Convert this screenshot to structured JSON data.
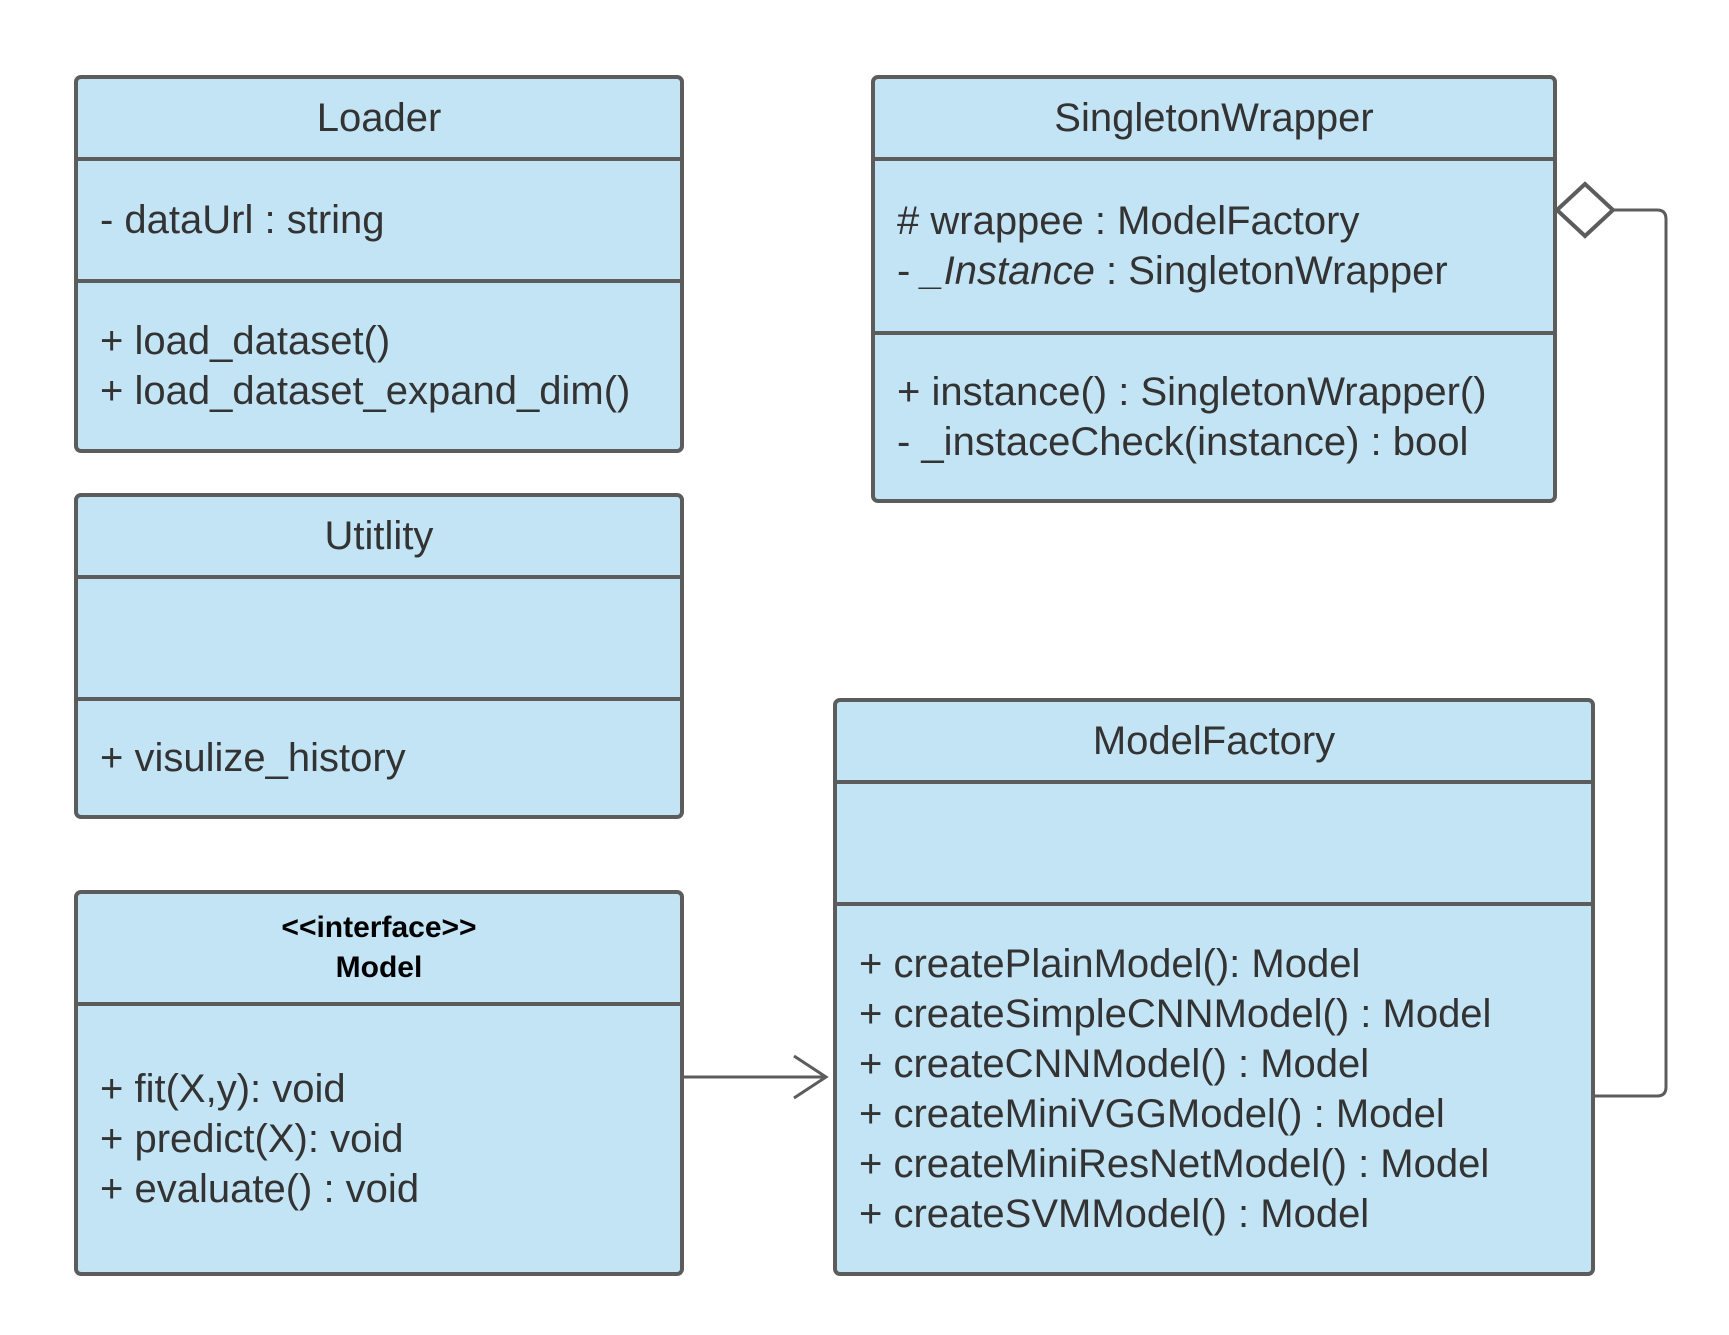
{
  "colors": {
    "fill": "#c3e4f5",
    "stroke": "#5c5c5c",
    "text": "#333333"
  },
  "loader": {
    "name": "Loader",
    "attributes": [
      "- dataUrl : string"
    ],
    "methods": [
      "+ load_dataset()",
      "+ load_dataset_expand_dim()"
    ]
  },
  "utility": {
    "name": "Utitlity",
    "methods": [
      "+ visulize_history"
    ]
  },
  "model": {
    "stereotype": "<<interface>>",
    "name": "Model",
    "methods": [
      "+ fit(X,y): void",
      "+ predict(X): void",
      "+ evaluate() : void"
    ]
  },
  "singleton": {
    "name": "SingletonWrapper",
    "attr1": "# wrappee : ModelFactory",
    "attr2_prefix": "- ",
    "attr2_name": "_Instance",
    "attr2_type": " : SingletonWrapper",
    "methods": [
      "+ instance() : SingletonWrapper()",
      "- _instaceCheck(instance) : bool"
    ]
  },
  "factory": {
    "name": "ModelFactory",
    "methods": [
      "+ createPlainModel(): Model",
      "+ createSimpleCNNModel() : Model",
      "+ createCNNModel() : Model",
      "+ createMiniVGGModel() : Model",
      "+ createMiniResNetModel() : Model",
      "+ createSVMModel() : Model"
    ]
  },
  "relations": [
    {
      "type": "association",
      "from": "Model",
      "to": "ModelFactory"
    },
    {
      "type": "aggregation",
      "from": "ModelFactory",
      "to": "SingletonWrapper"
    }
  ]
}
